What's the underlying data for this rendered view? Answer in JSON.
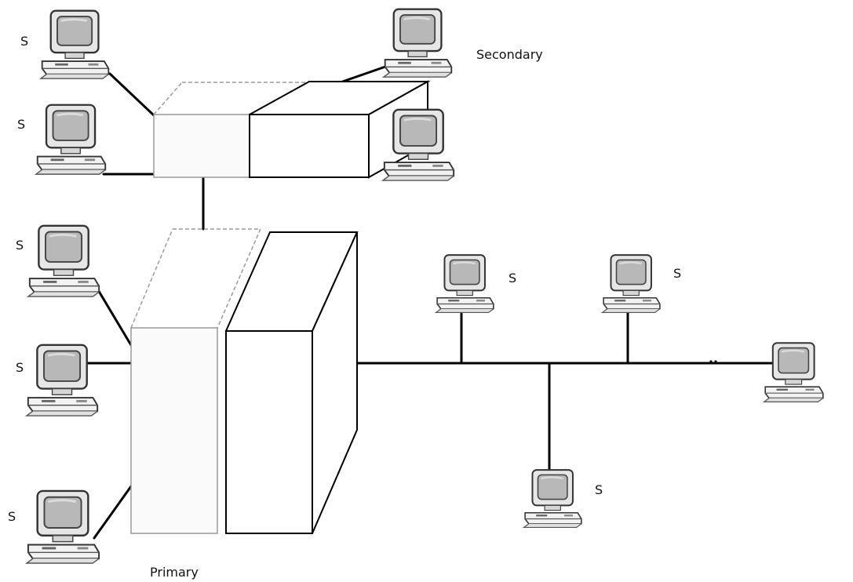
{
  "diagram": {
    "labels": {
      "secondary": "Secondary",
      "primary": "Primary",
      "station": "S"
    },
    "colors": {
      "line": "#000000",
      "ghost_outline": "#9a9a9a",
      "monitor_bezel": "#e6e6e6",
      "monitor_screen": "#b8b8b8",
      "desktop_case": "#f2f2f2"
    },
    "icons": [
      "computer-icon",
      "cabinet-icon"
    ]
  }
}
